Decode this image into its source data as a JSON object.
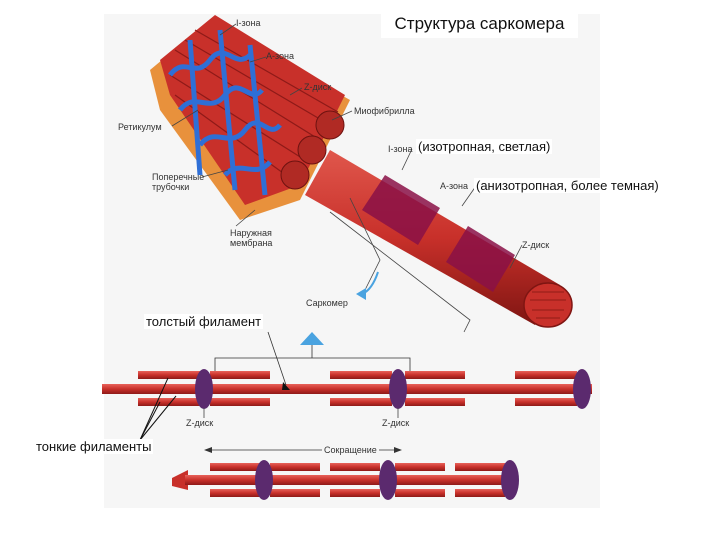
{
  "title": "Структура саркомера",
  "top_labels": {
    "i_zone": "I-зона",
    "a_zone": "A-зона",
    "z_disk": "Z-диск",
    "myofibril": "Миофибрилла",
    "reticulum": "Ретикулум",
    "transverse_tubules": "Поперечные трубочки",
    "outer_membrane": "Наружная мембрана",
    "i_zone_2": "I-зона",
    "a_zone_2": "A-зона",
    "z_disk_2": "Z-диск",
    "sarcomere": "Саркомер"
  },
  "annotations": {
    "isotropic": "(изотропная, светлая)",
    "anisotropic": "(анизотропная, более темная)",
    "thick_filament": "толстый филамент",
    "thin_filaments": "тонкие филаменты"
  },
  "bottom_labels": {
    "z_disk_left": "Z-диск",
    "z_disk_right": "Z-диск",
    "contraction": "Сокращение"
  },
  "colors": {
    "muscle_red": "#c8302a",
    "muscle_dark": "#8e1a18",
    "reticulum_blue": "#2f6fd6",
    "membrane_orange": "#e8913c",
    "a_band_purple": "#8a1046",
    "z_disk_purple": "#5b2a6e"
  }
}
